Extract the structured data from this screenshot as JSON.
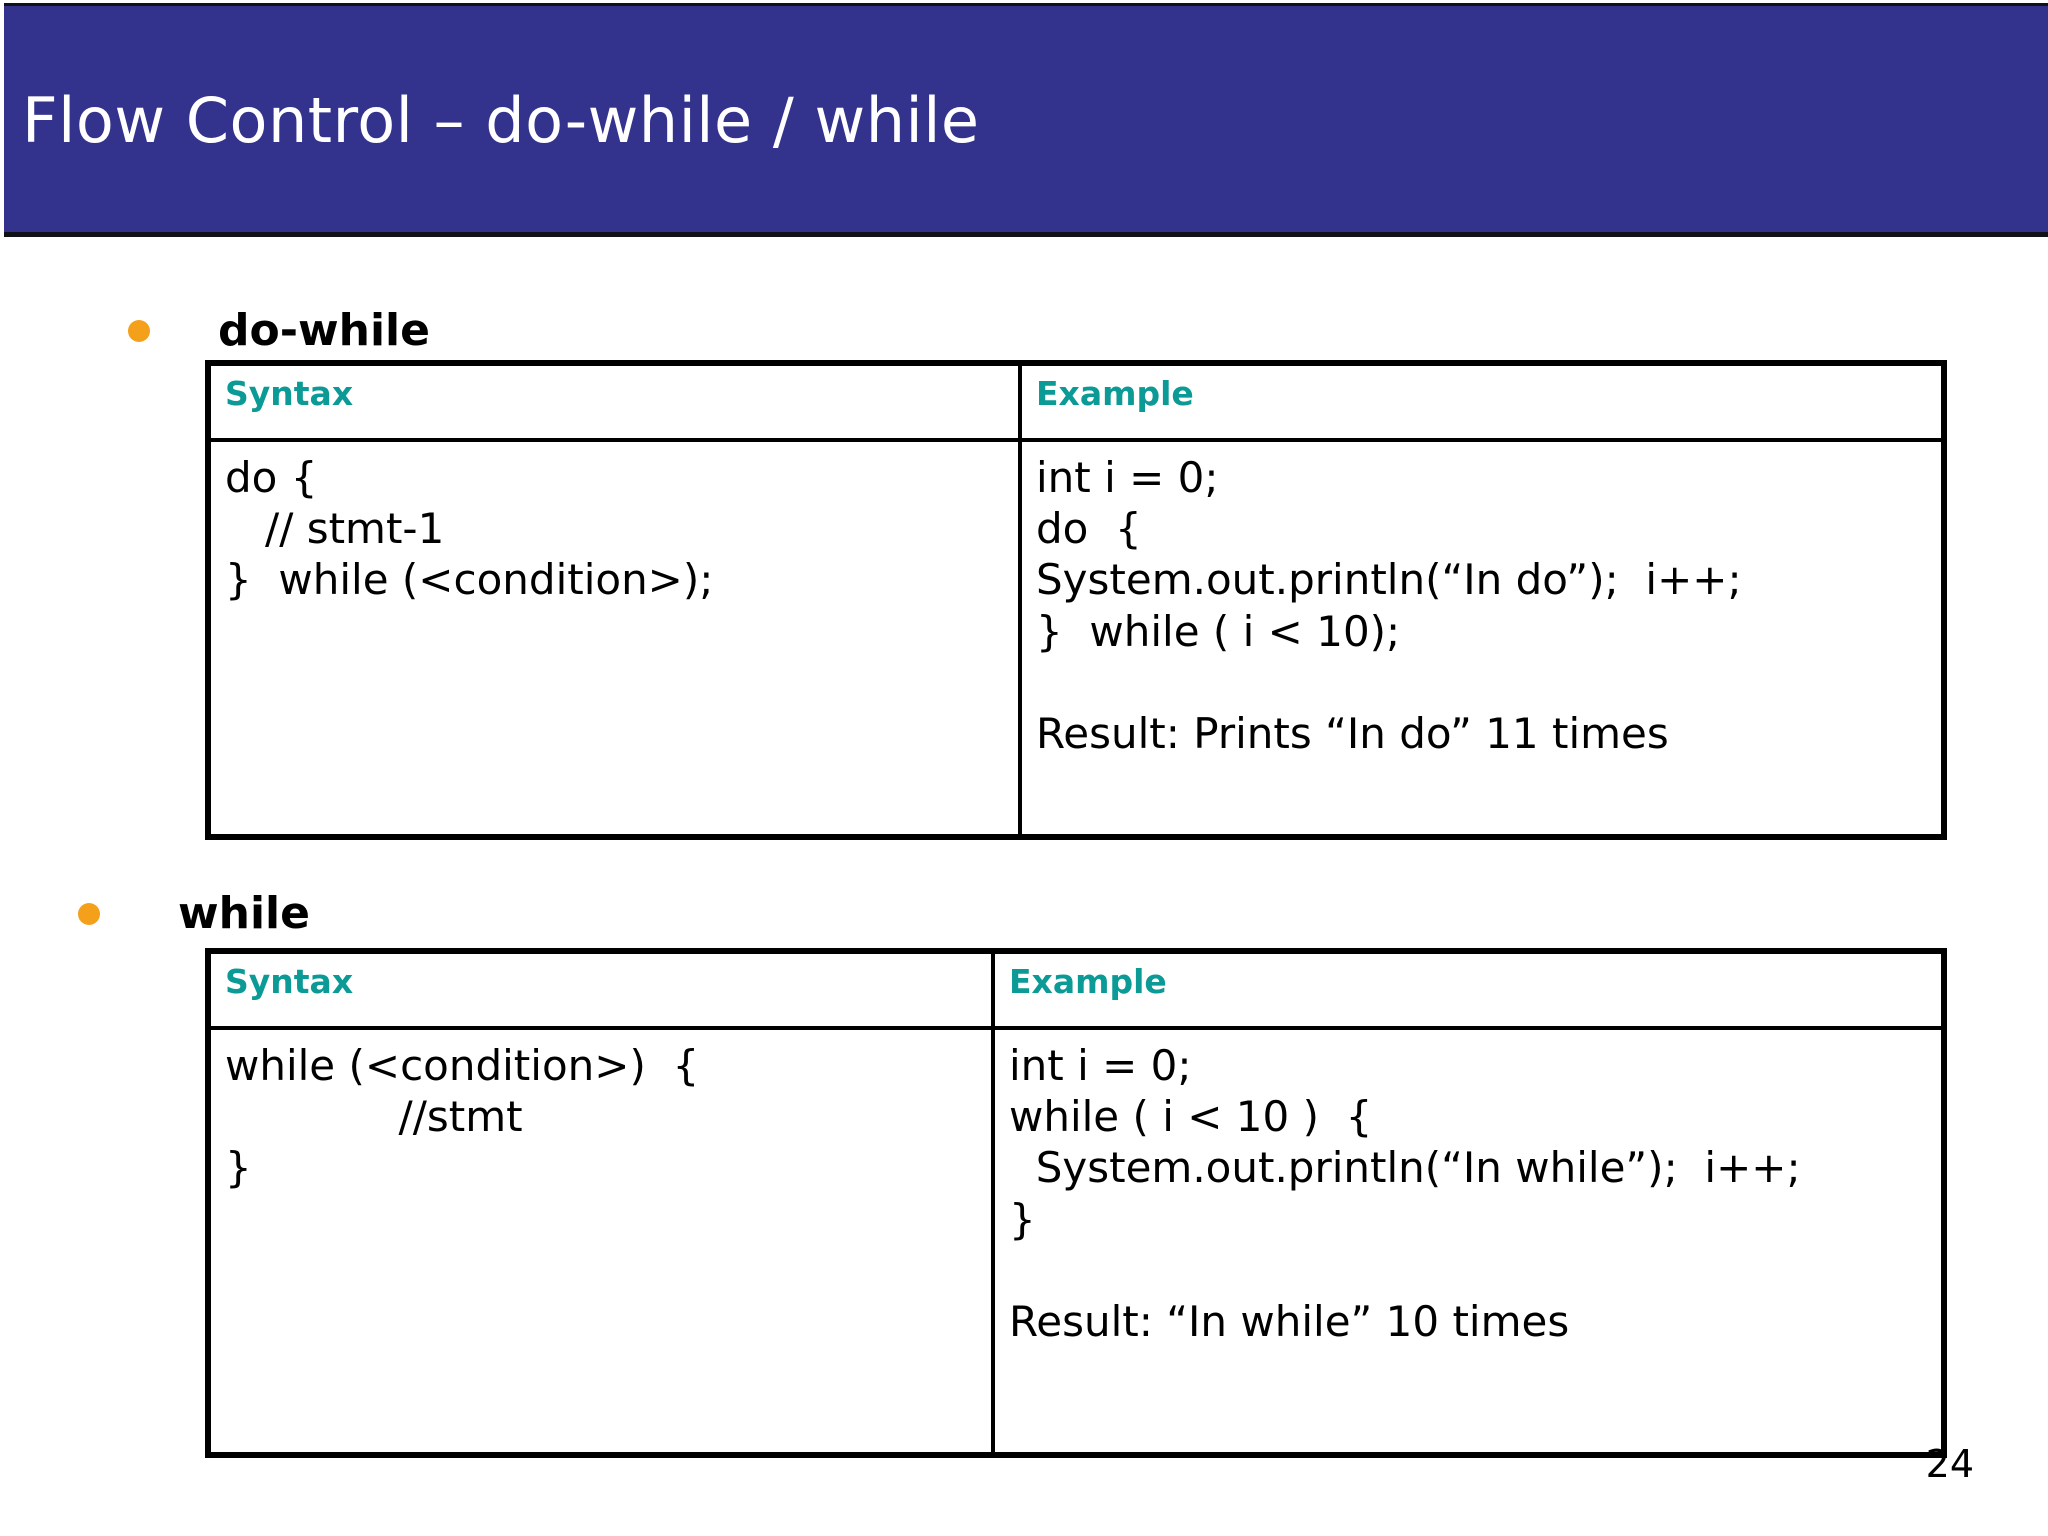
{
  "slide": {
    "title": "Flow Control – do-while / while",
    "page_number": "24",
    "accent_banner_color": "#33338e",
    "bullet_color": "#f5a01b",
    "table_header_color": "#0b9a96",
    "body_text_color": "#000000"
  },
  "sections": [
    {
      "bullet_label": "do-while",
      "table": {
        "headers": [
          "Syntax",
          "Example"
        ],
        "syntax": "do {\n   // stmt-1\n}  while (<condition>);",
        "example": "int i = 0;\ndo  {\nSystem.out.println(“In do”);  i++;\n}  while ( i < 10);\n\nResult: Prints “In do” 11 times"
      }
    },
    {
      "bullet_label": "while",
      "table": {
        "headers": [
          "Syntax",
          "Example"
        ],
        "syntax": "while (<condition>)  {\n             //stmt\n}",
        "example": "int i = 0;\nwhile ( i < 10 )  {\n  System.out.println(“In while”);  i++;\n}\n\nResult: “In while” 10 times"
      }
    }
  ]
}
